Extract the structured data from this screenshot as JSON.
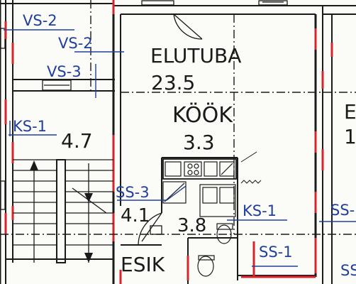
{
  "rooms": [
    {
      "name": "ELUTUBA",
      "area": "23.5"
    },
    {
      "name": "KÖÖK",
      "area": "3.3"
    },
    {
      "area": "4.7"
    },
    {
      "area": "4.1"
    },
    {
      "area": "3.8"
    },
    {
      "name": "ESIK"
    },
    {
      "name": "E",
      "area": "1"
    }
  ],
  "tags": [
    "VS-2",
    "VS-2",
    "VS-3",
    "KS-1",
    "SS-3",
    "KS-1",
    "SS-1",
    "SS-",
    "SS"
  ],
  "colors": {
    "ink": "#1a1a1a",
    "annotation": "#1f3f9a",
    "wall_highlight": "#d6242c",
    "background": "#fbfbf8"
  }
}
